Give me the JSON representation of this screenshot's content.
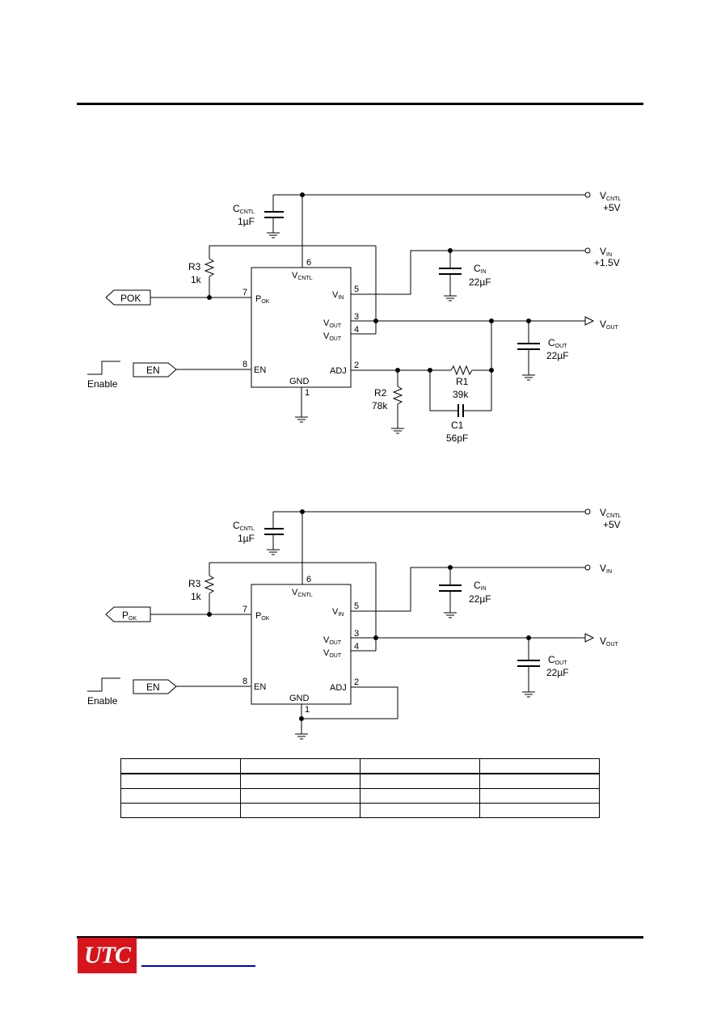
{
  "circuit1": {
    "cap_cntl": {
      "name": "C",
      "sub": "CNTL",
      "value": "1µF"
    },
    "vcntl_term": {
      "name": "V",
      "sub": "CNTL",
      "value": "+5V"
    },
    "vin_term": {
      "name": "V",
      "sub": "IN",
      "value": "+1.5V"
    },
    "vout_term": {
      "name": "V",
      "sub": "OUT"
    },
    "r3": {
      "name": "R3",
      "value": "1k"
    },
    "cin": {
      "name": "C",
      "sub": "IN",
      "value": "22µF"
    },
    "cout": {
      "name": "C",
      "sub": "OUT",
      "value": "22µF"
    },
    "r1": {
      "name": "R1",
      "value": "39k"
    },
    "r2": {
      "name": "R2",
      "value": "78k"
    },
    "c1": {
      "name": "C1",
      "value": "56pF"
    },
    "pok_flag": "POK",
    "en_flag": "EN",
    "enable_label": "Enable",
    "ic": {
      "vcntl": {
        "name": "V",
        "sub": "CNTL",
        "pin": "6"
      },
      "pok": {
        "name": "P",
        "sub": "OK",
        "pin": "7"
      },
      "vin": {
        "name": "V",
        "sub": "IN",
        "pin": "5"
      },
      "vout1": {
        "name": "V",
        "sub": "OUT",
        "pin": "3"
      },
      "vout2": {
        "name": "V",
        "sub": "OUT",
        "pin": "4"
      },
      "en": {
        "name": "EN",
        "pin": "8"
      },
      "adj": {
        "name": "ADJ",
        "pin": "2"
      },
      "gnd": {
        "name": "GND",
        "pin": "1"
      }
    }
  },
  "circuit2": {
    "cap_cntl": {
      "name": "C",
      "sub": "CNTL",
      "value": "1µF"
    },
    "vcntl_term": {
      "name": "V",
      "sub": "CNTL",
      "value": "+5V"
    },
    "vin_term": {
      "name": "V",
      "sub": "IN"
    },
    "vout_term": {
      "name": "V",
      "sub": "OUT"
    },
    "r3": {
      "name": "R3",
      "value": "1k"
    },
    "cin": {
      "name": "C",
      "sub": "IN",
      "value": "22µF"
    },
    "cout": {
      "name": "C",
      "sub": "OUT",
      "value": "22µF"
    },
    "pok_flag": {
      "name": "P",
      "sub": "OK"
    },
    "en_flag": "EN",
    "enable_label": "Enable",
    "ic": {
      "vcntl": {
        "name": "V",
        "sub": "CNTL",
        "pin": "6"
      },
      "pok": {
        "name": "P",
        "sub": "OK",
        "pin": "7"
      },
      "vin": {
        "name": "V",
        "sub": "IN",
        "pin": "5"
      },
      "vout1": {
        "name": "V",
        "sub": "OUT",
        "pin": "3"
      },
      "vout2": {
        "name": "V",
        "sub": "OUT",
        "pin": "4"
      },
      "en": {
        "name": "EN",
        "pin": "8"
      },
      "adj": {
        "name": "ADJ",
        "pin": "2"
      },
      "gnd": {
        "name": "GND",
        "pin": "1"
      }
    }
  },
  "footer": {
    "logo_text": "UTC"
  },
  "colors": {
    "logo_bg": "#d8141b",
    "link": "#0000cc"
  }
}
